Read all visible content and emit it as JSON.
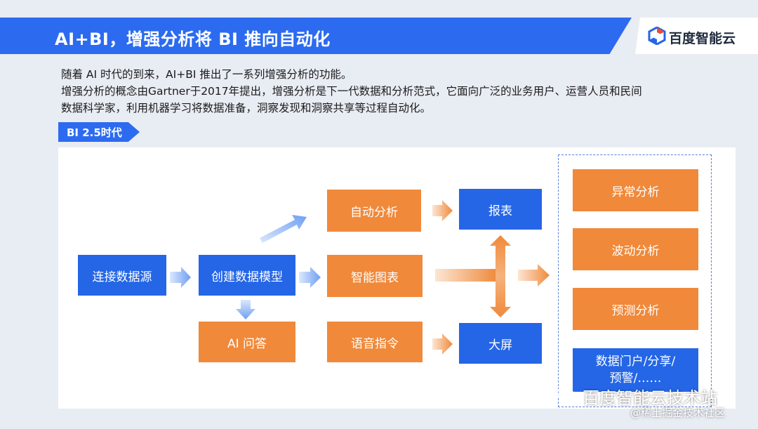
{
  "header": {
    "title": "AI+BI，增强分析将 BI 推向自动化",
    "logo_text": "百度智能云"
  },
  "intro": {
    "line1": "随着 AI 时代的到来，AI+BI 推出了一系列增强分析的功能。",
    "line2": "增强分析的概念由Gartner于2017年提出，增强分析是下一代数据和分析范式，它面向广泛的业务用户、运营人员和民间",
    "line3": "数据科学家，利用机器学习将数据准备，洞察发现和洞察共享等过程自动化。"
  },
  "era_tag": "BI 2.5时代",
  "diagram": {
    "connect": "连接数据源",
    "model": "创建数据模型",
    "qa": "AI 问答",
    "auto": "自动分析",
    "chart": "智能图表",
    "voice": "语音指令",
    "report": "报表",
    "screen": "大屏",
    "anomaly": "异常分析",
    "fluctuation": "波动分析",
    "forecast": "预测分析",
    "portal_line1": "数据门户/分享/",
    "portal_line2": "预警/……"
  },
  "colors": {
    "primary_blue": "#2466e6",
    "orange": "#f0893a",
    "arrow_blue": "#7aaaf5",
    "background": "#e8ecf3"
  },
  "watermark": {
    "line1": "百度智能云技术站",
    "line2": "@稀土掘金技术社区"
  }
}
